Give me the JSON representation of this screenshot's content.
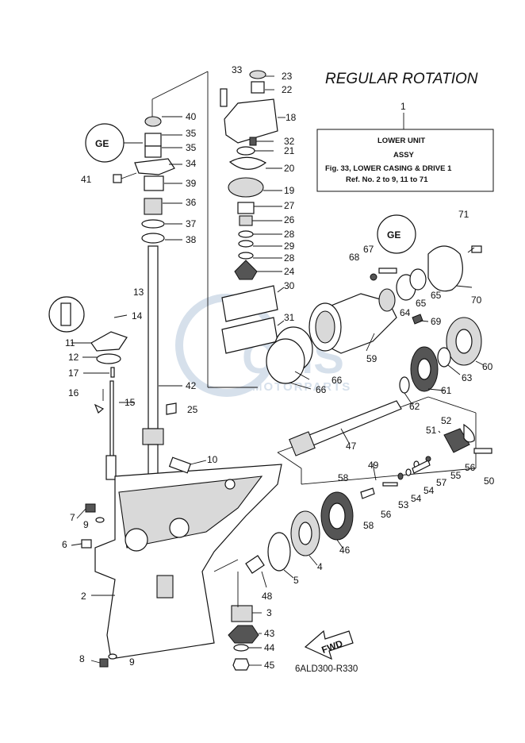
{
  "title": "REGULAR ROTATION",
  "info_box": {
    "ref_number": "1",
    "line1": "LOWER UNIT",
    "line2": "ASSY",
    "line3": "Fig. 33, LOWER CASING & DRIVE 1",
    "line4": "Ref. No. 2 to 9, 11 to 71"
  },
  "diagram_code": "6ALD300-R330",
  "fwd_label": "FWD",
  "watermark": {
    "brand": "CMS",
    "subtitle": "MOTORPARTS"
  },
  "grease_symbol": "GE",
  "callouts": [
    "1",
    "2",
    "3",
    "4",
    "5",
    "6",
    "7",
    "8",
    "9",
    "9",
    "10",
    "11",
    "12",
    "13",
    "14",
    "15",
    "16",
    "17",
    "18",
    "19",
    "20",
    "21",
    "22",
    "23",
    "24",
    "25",
    "26",
    "27",
    "28",
    "28",
    "29",
    "30",
    "31",
    "32",
    "33",
    "34",
    "35",
    "35",
    "36",
    "37",
    "38",
    "39",
    "40",
    "41",
    "42",
    "43",
    "44",
    "45",
    "46",
    "47",
    "48",
    "49",
    "50",
    "51",
    "52",
    "53",
    "54",
    "54",
    "55",
    "56",
    "56",
    "57",
    "58",
    "58",
    "59",
    "60",
    "61",
    "62",
    "63",
    "64",
    "65",
    "65",
    "66",
    "66",
    "67",
    "68",
    "69",
    "70",
    "71"
  ]
}
